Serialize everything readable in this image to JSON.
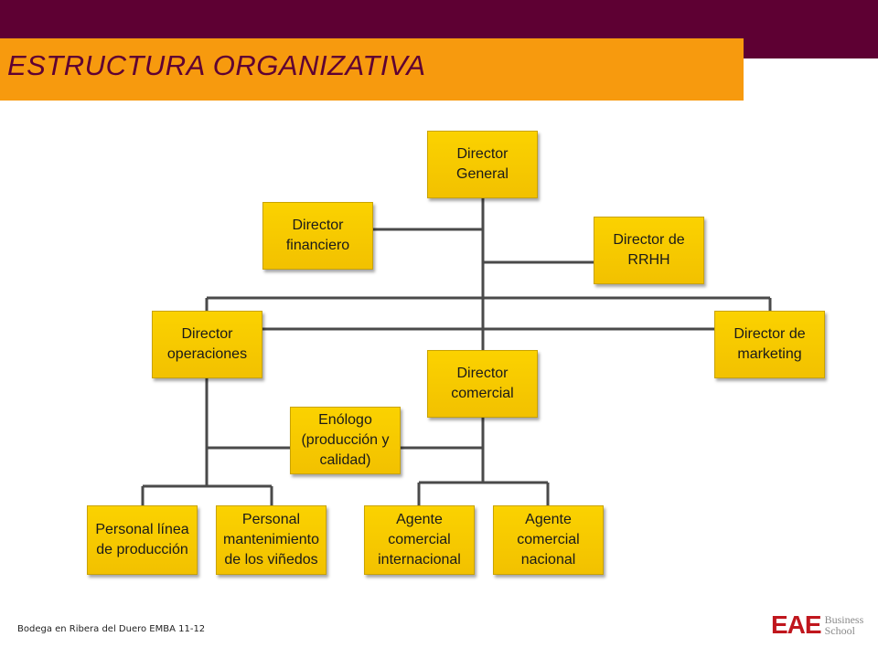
{
  "header": {
    "title": "ESTRUCTURA ORGANIZATIVA"
  },
  "colors": {
    "band": "#5e0033",
    "title_bar": "#f79a0e",
    "box_fill": "#f5c400",
    "title_text": "#5e0033",
    "logo": "#c0161d"
  },
  "org": {
    "director_general": "Director\nGeneral",
    "director_financiero": "Director\nfinanciero",
    "director_rrhh": "Director de\nRRHH",
    "director_operaciones": "Director\noperaciones",
    "director_marketing": "Director de\nmarketing",
    "director_comercial": "Director\ncomercial",
    "enologo": "Enólogo\n(producción y\ncalidad)",
    "personal_linea": "Personal línea\nde producción",
    "personal_mantenimiento": "Personal\nmantenimiento\nde los viñedos",
    "agente_internacional": "Agente\ncomercial\ninternacional",
    "agente_nacional": "Agente\ncomercial\nnacional"
  },
  "footer": {
    "text": "Bodega en Ribera del Duero EMBA 11-12"
  },
  "logo": {
    "main": "EAE",
    "line1": "Business",
    "line2": "School"
  }
}
